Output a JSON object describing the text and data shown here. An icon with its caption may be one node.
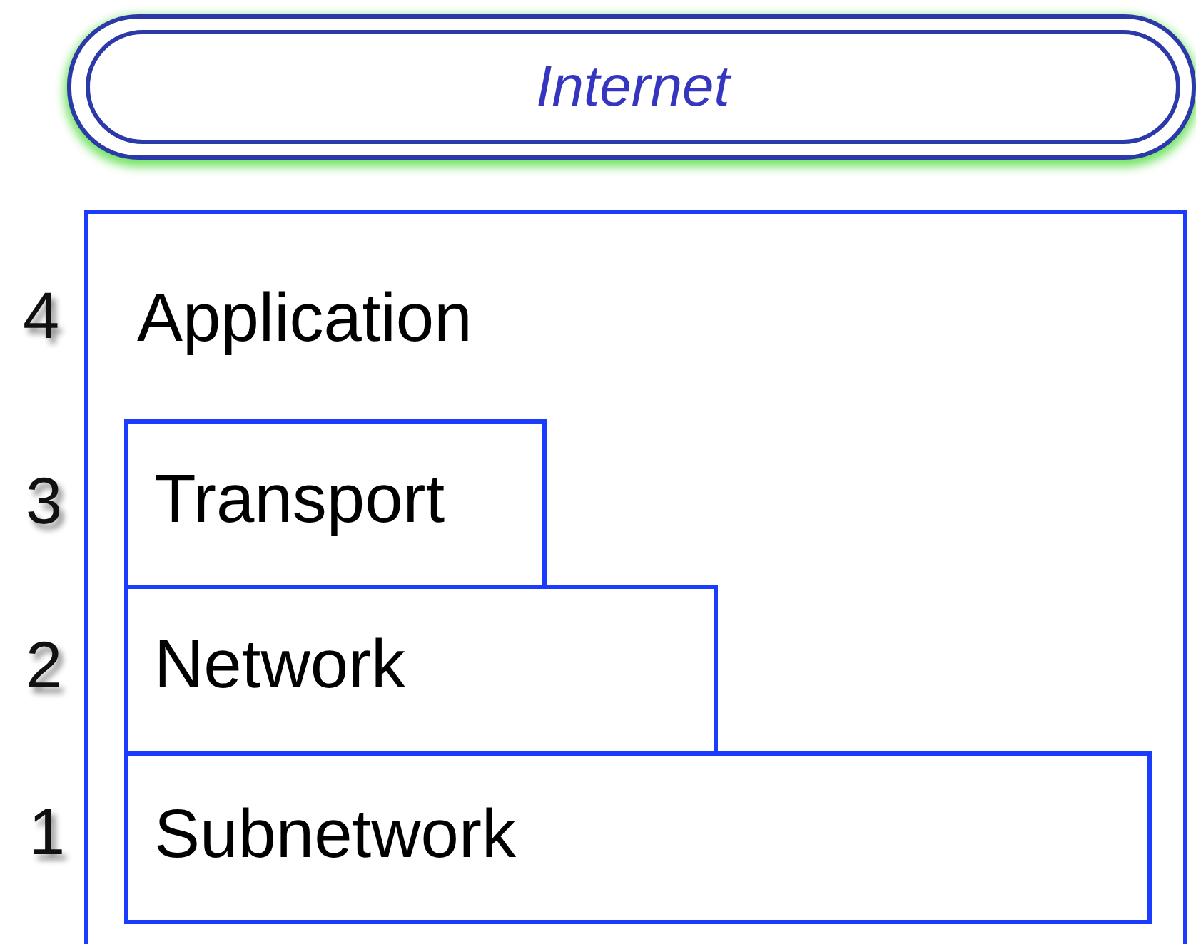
{
  "diagram": {
    "nodes": [
      {
        "text": [
          "Internet"
        ]
      },
      {
        "text": [
          "Application"
        ]
      },
      {
        "text": [
          "Transport"
        ],
        "in": 1
      },
      {
        "text": [
          "Network"
        ],
        "in": 1
      },
      {
        "text": [
          "Subnetwork"
        ],
        "in": 1
      }
    ],
    "labels": [
      "4",
      "3",
      "2",
      "1"
    ]
  }
}
